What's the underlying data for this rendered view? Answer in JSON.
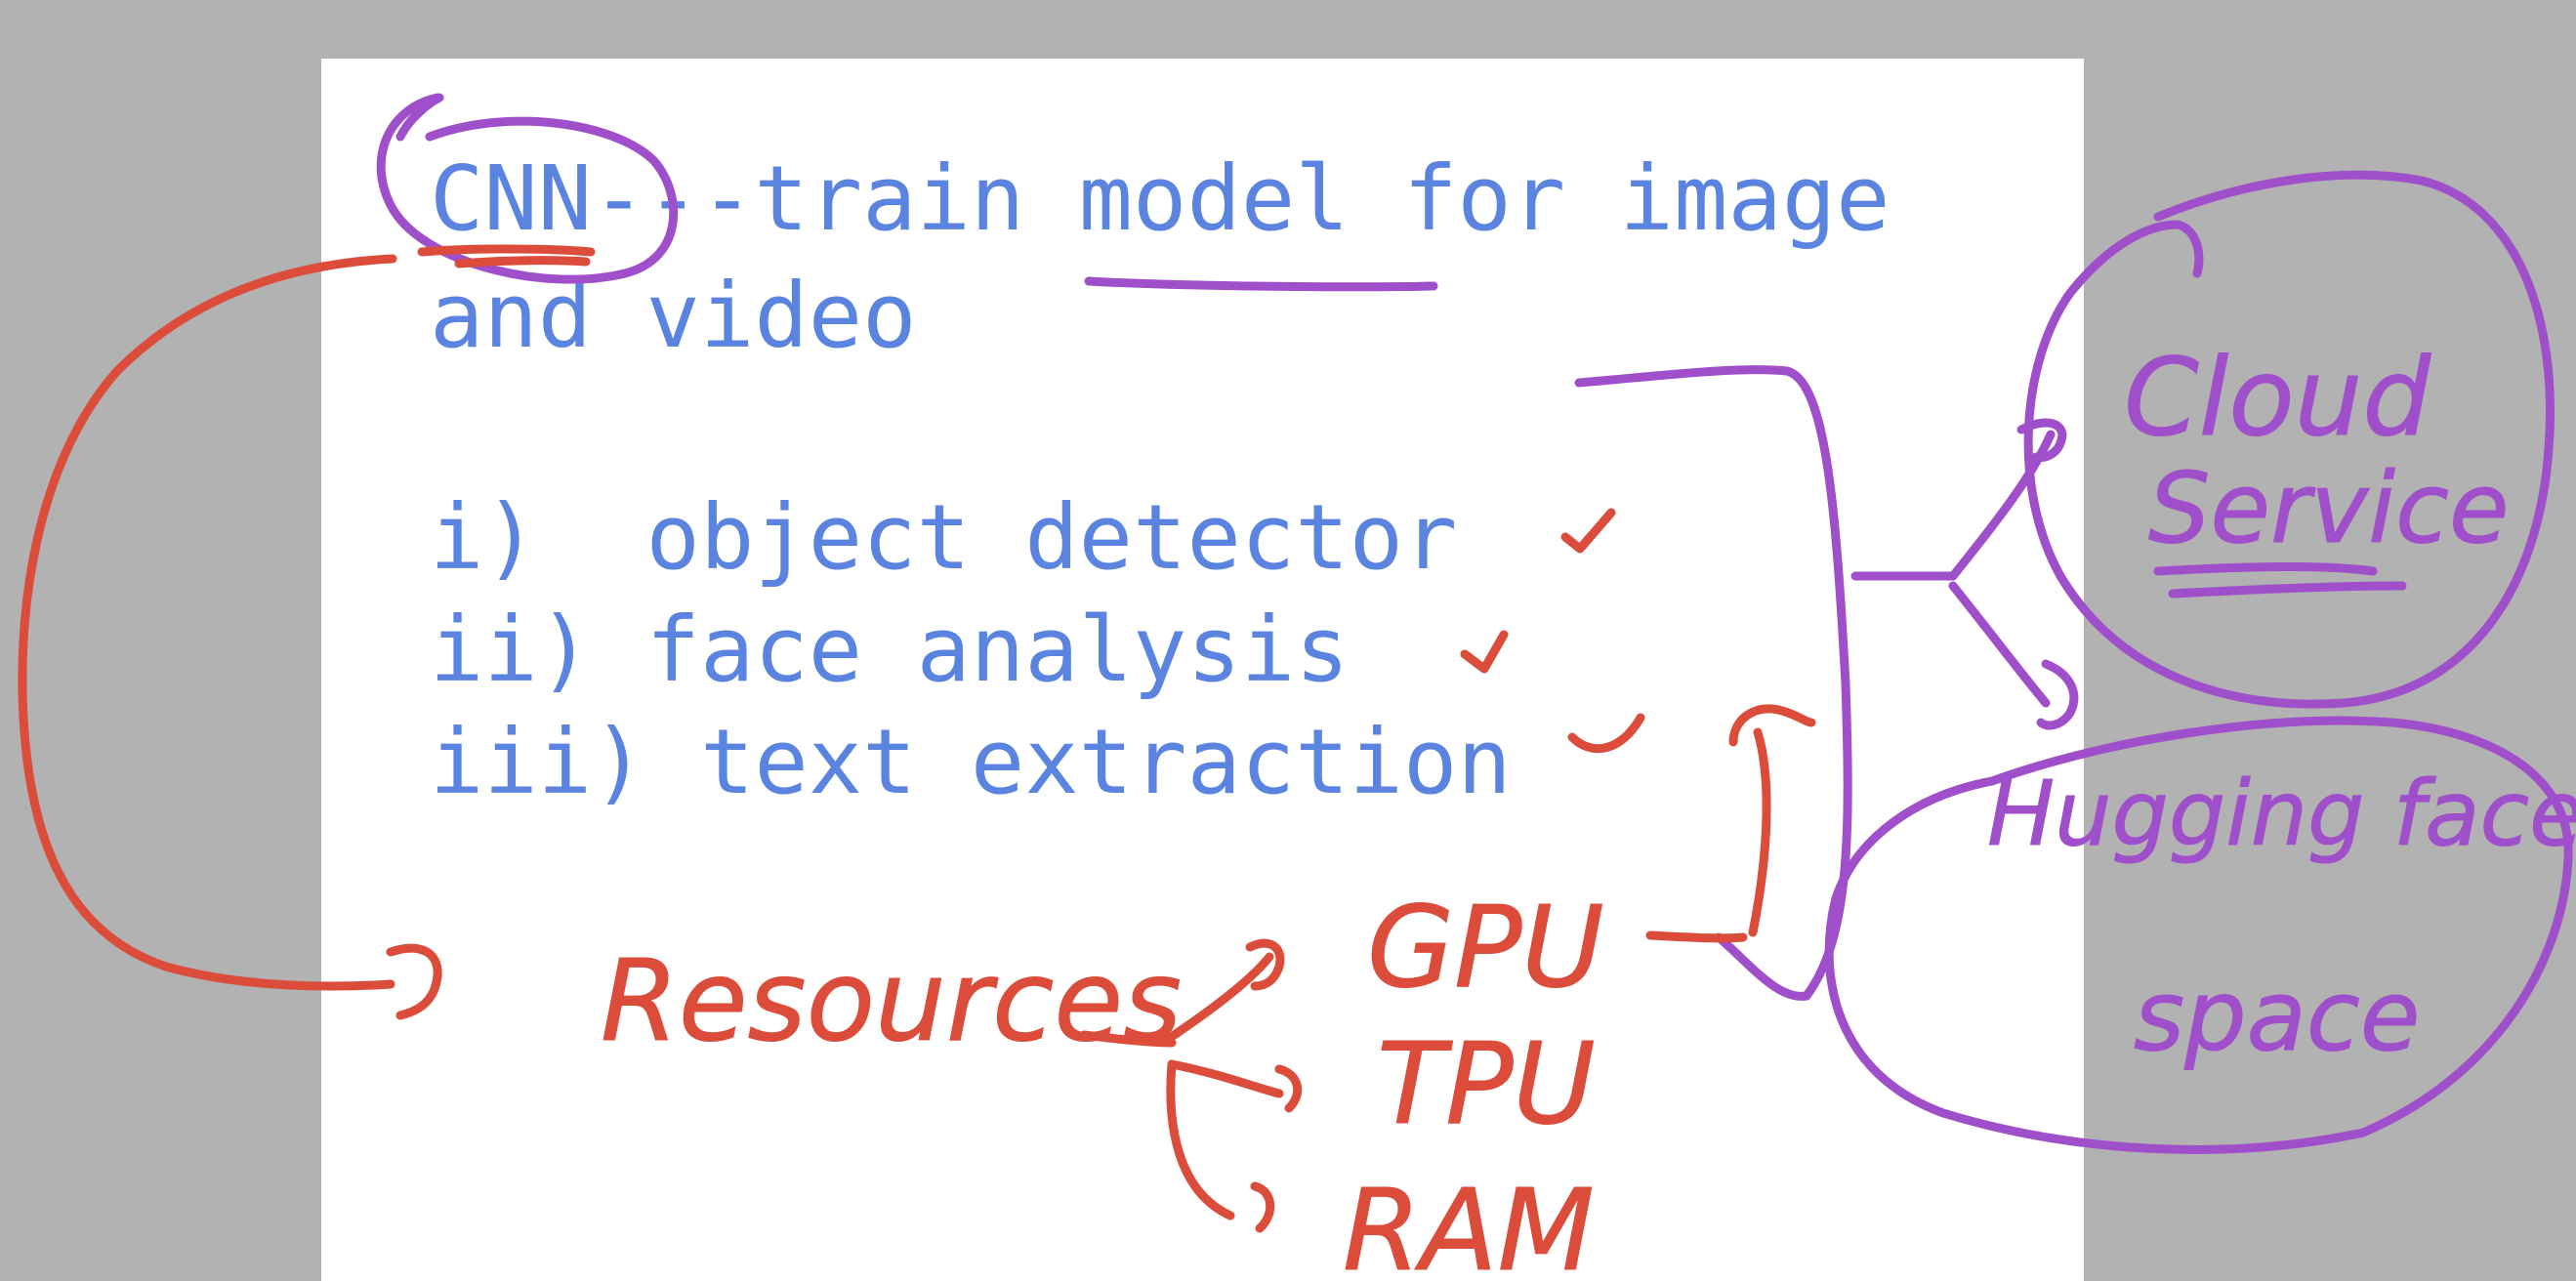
{
  "document": {
    "typed_lines": [
      "CNN---train model for image",
      "and video",
      "i)  object detector",
      "ii) face analysis",
      "iii) text extraction"
    ]
  },
  "annotations": {
    "resources_label": "Resources",
    "resource_items": [
      "GPU",
      "TPU",
      "RAM"
    ],
    "cloud_label_line1": "Cloud",
    "cloud_label_line2": "Service",
    "hf_label_line1": "Hugging face",
    "hf_label_line2": "space",
    "colors": {
      "typed_text": "#5b84e0",
      "red_ink": "#dc4c3b",
      "purple_ink": "#a04fcb",
      "background": "#b2b2b2",
      "page": "#ffffff"
    }
  }
}
